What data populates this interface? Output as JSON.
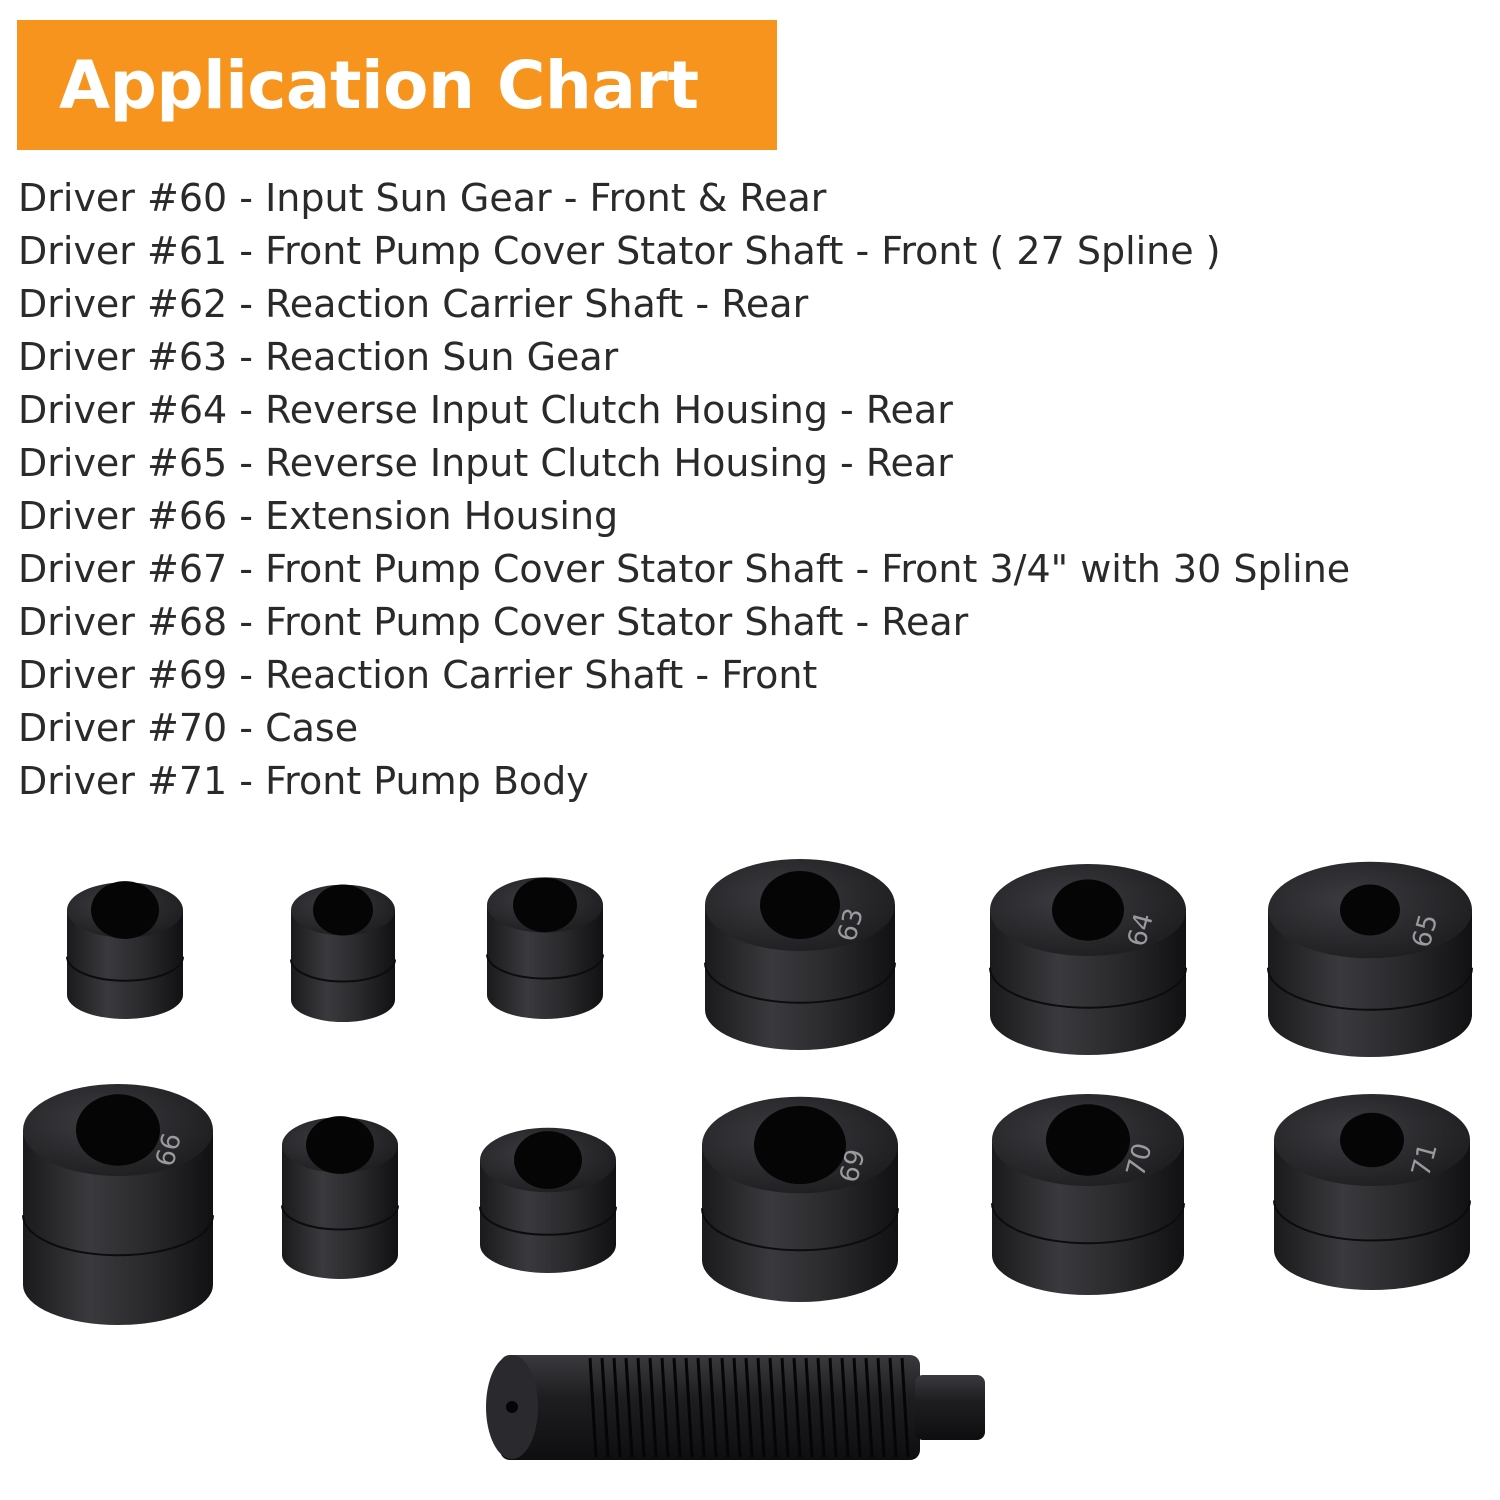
{
  "header": {
    "title": "Application Chart",
    "accent_color": "#f7941d"
  },
  "applications": [
    {
      "text": "Driver #60 - Input Sun Gear - Front & Rear"
    },
    {
      "text": "Driver #61 - Front Pump Cover Stator Shaft - Front ( 27 Spline )"
    },
    {
      "text": "Driver #62 - Reaction Carrier Shaft - Rear"
    },
    {
      "text": "Driver #63 - Reaction Sun Gear"
    },
    {
      "text": "Driver #64 - Reverse Input Clutch Housing - Rear"
    },
    {
      "text": "Driver #65 - Reverse Input Clutch Housing - Rear"
    },
    {
      "text": "Driver #66 - Extension Housing"
    },
    {
      "text": "Driver #67 - Front Pump Cover Stator Shaft - Front 3/4\" with 30 Spline"
    },
    {
      "text": "Driver #68 - Front Pump Cover Stator Shaft - Rear"
    },
    {
      "text": "Driver #69 - Reaction Carrier Shaft - Front"
    },
    {
      "text": "Driver #70 - Case"
    },
    {
      "text": "Driver #71 - Front Pump Body"
    }
  ],
  "product": {
    "drivers": [
      {
        "number": "60"
      },
      {
        "number": "61"
      },
      {
        "number": "62"
      },
      {
        "number": "63"
      },
      {
        "number": "64"
      },
      {
        "number": "65"
      },
      {
        "number": "66"
      },
      {
        "number": "67"
      },
      {
        "number": "68"
      },
      {
        "number": "69"
      },
      {
        "number": "70"
      },
      {
        "number": "71"
      }
    ],
    "handle_icon": "threaded-handle-icon"
  }
}
